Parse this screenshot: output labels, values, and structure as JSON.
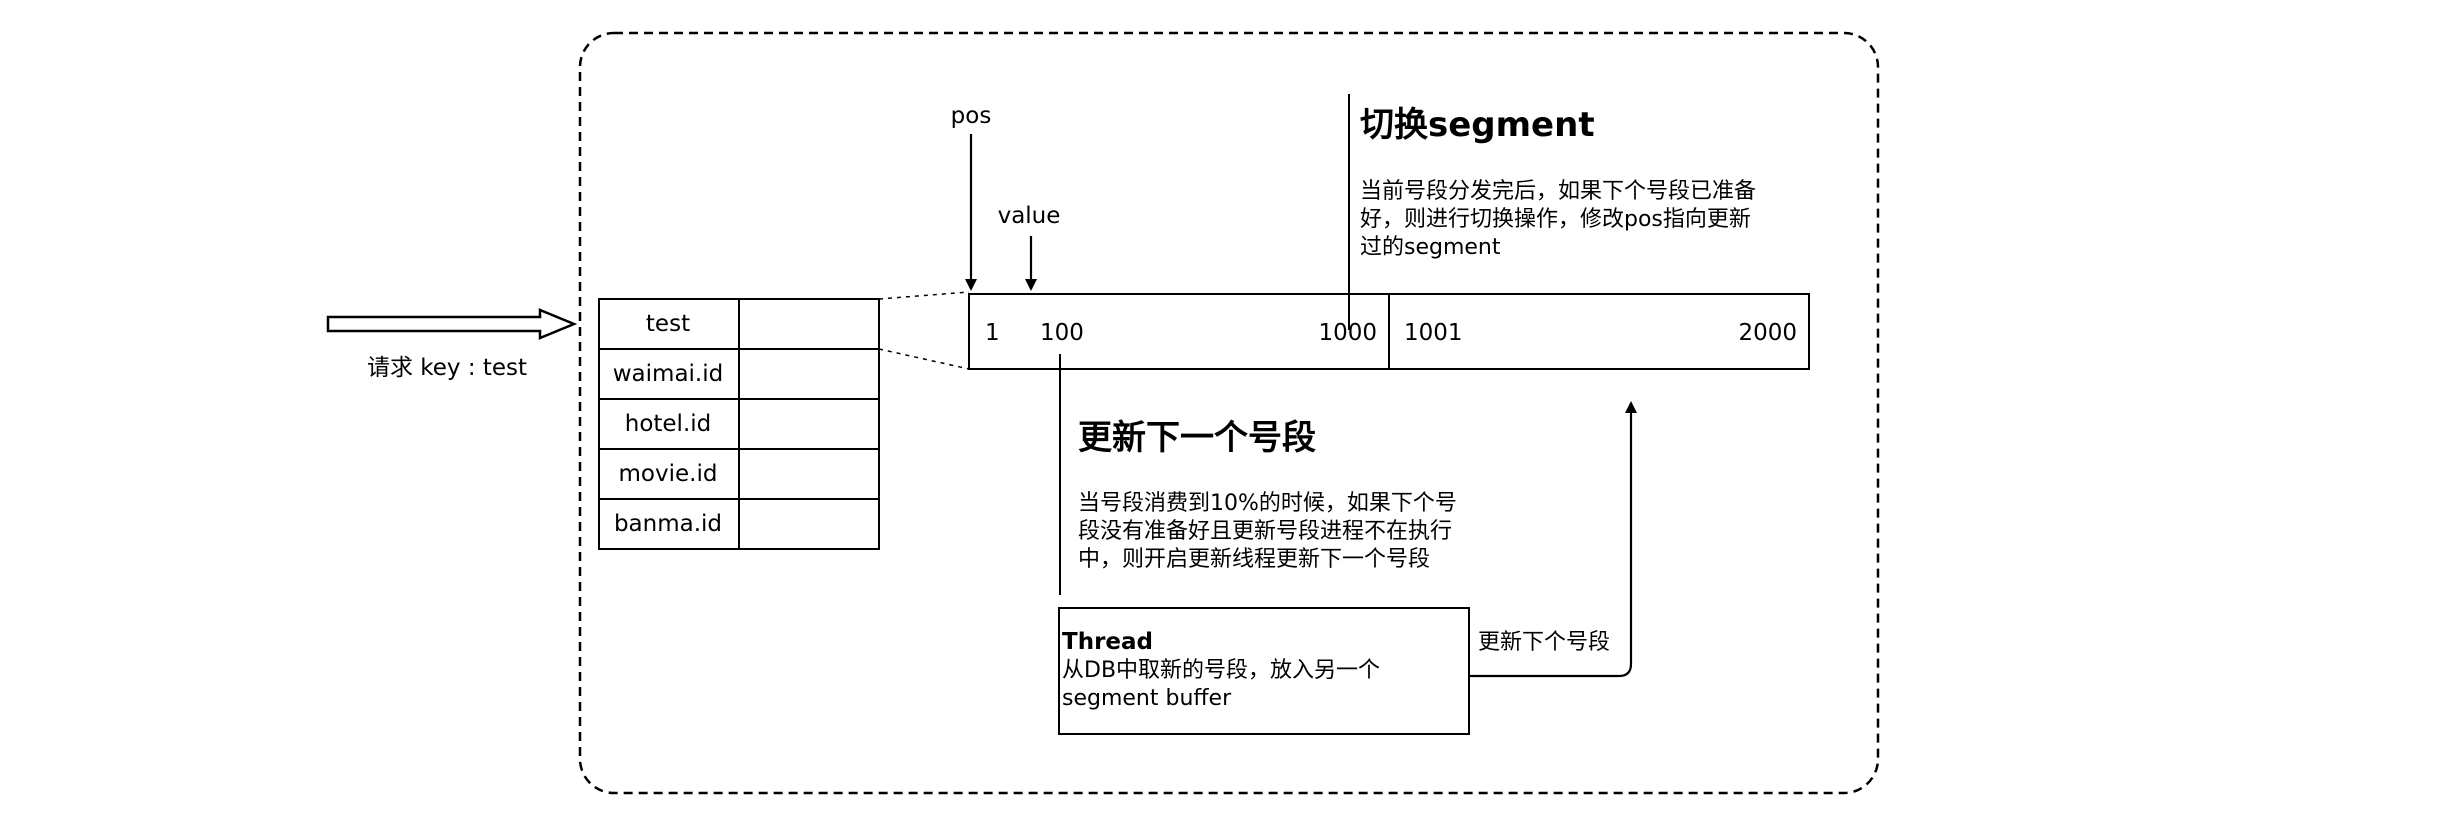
{
  "request": {
    "label": "请求 key : test"
  },
  "key_table": {
    "rows": [
      "test",
      "waimai.id",
      "hotel.id",
      "movie.id",
      "banma.id"
    ]
  },
  "pointers": {
    "pos": "pos",
    "value": "value"
  },
  "segment_bar": {
    "seg1": {
      "start": "1",
      "value_mark": "100",
      "end": "1000"
    },
    "seg2": {
      "start": "1001",
      "end": "2000"
    }
  },
  "switch_segment": {
    "title": "切换segment",
    "desc": "当前号段分发完后，如果下个号段已准备好，则进行切换操作，修改pos指向更新过的segment"
  },
  "update_next": {
    "title": "更新下一个号段",
    "desc": "当号段消费到10%的时候，如果下个号段没有准备好且更新号段进程不在执行中，则开启更新线程更新下一个号段"
  },
  "thread_box": {
    "title": "Thread",
    "desc": "从DB中取新的号段，放入另一个segment buffer"
  },
  "thread_arrow_label": "更新下个号段"
}
